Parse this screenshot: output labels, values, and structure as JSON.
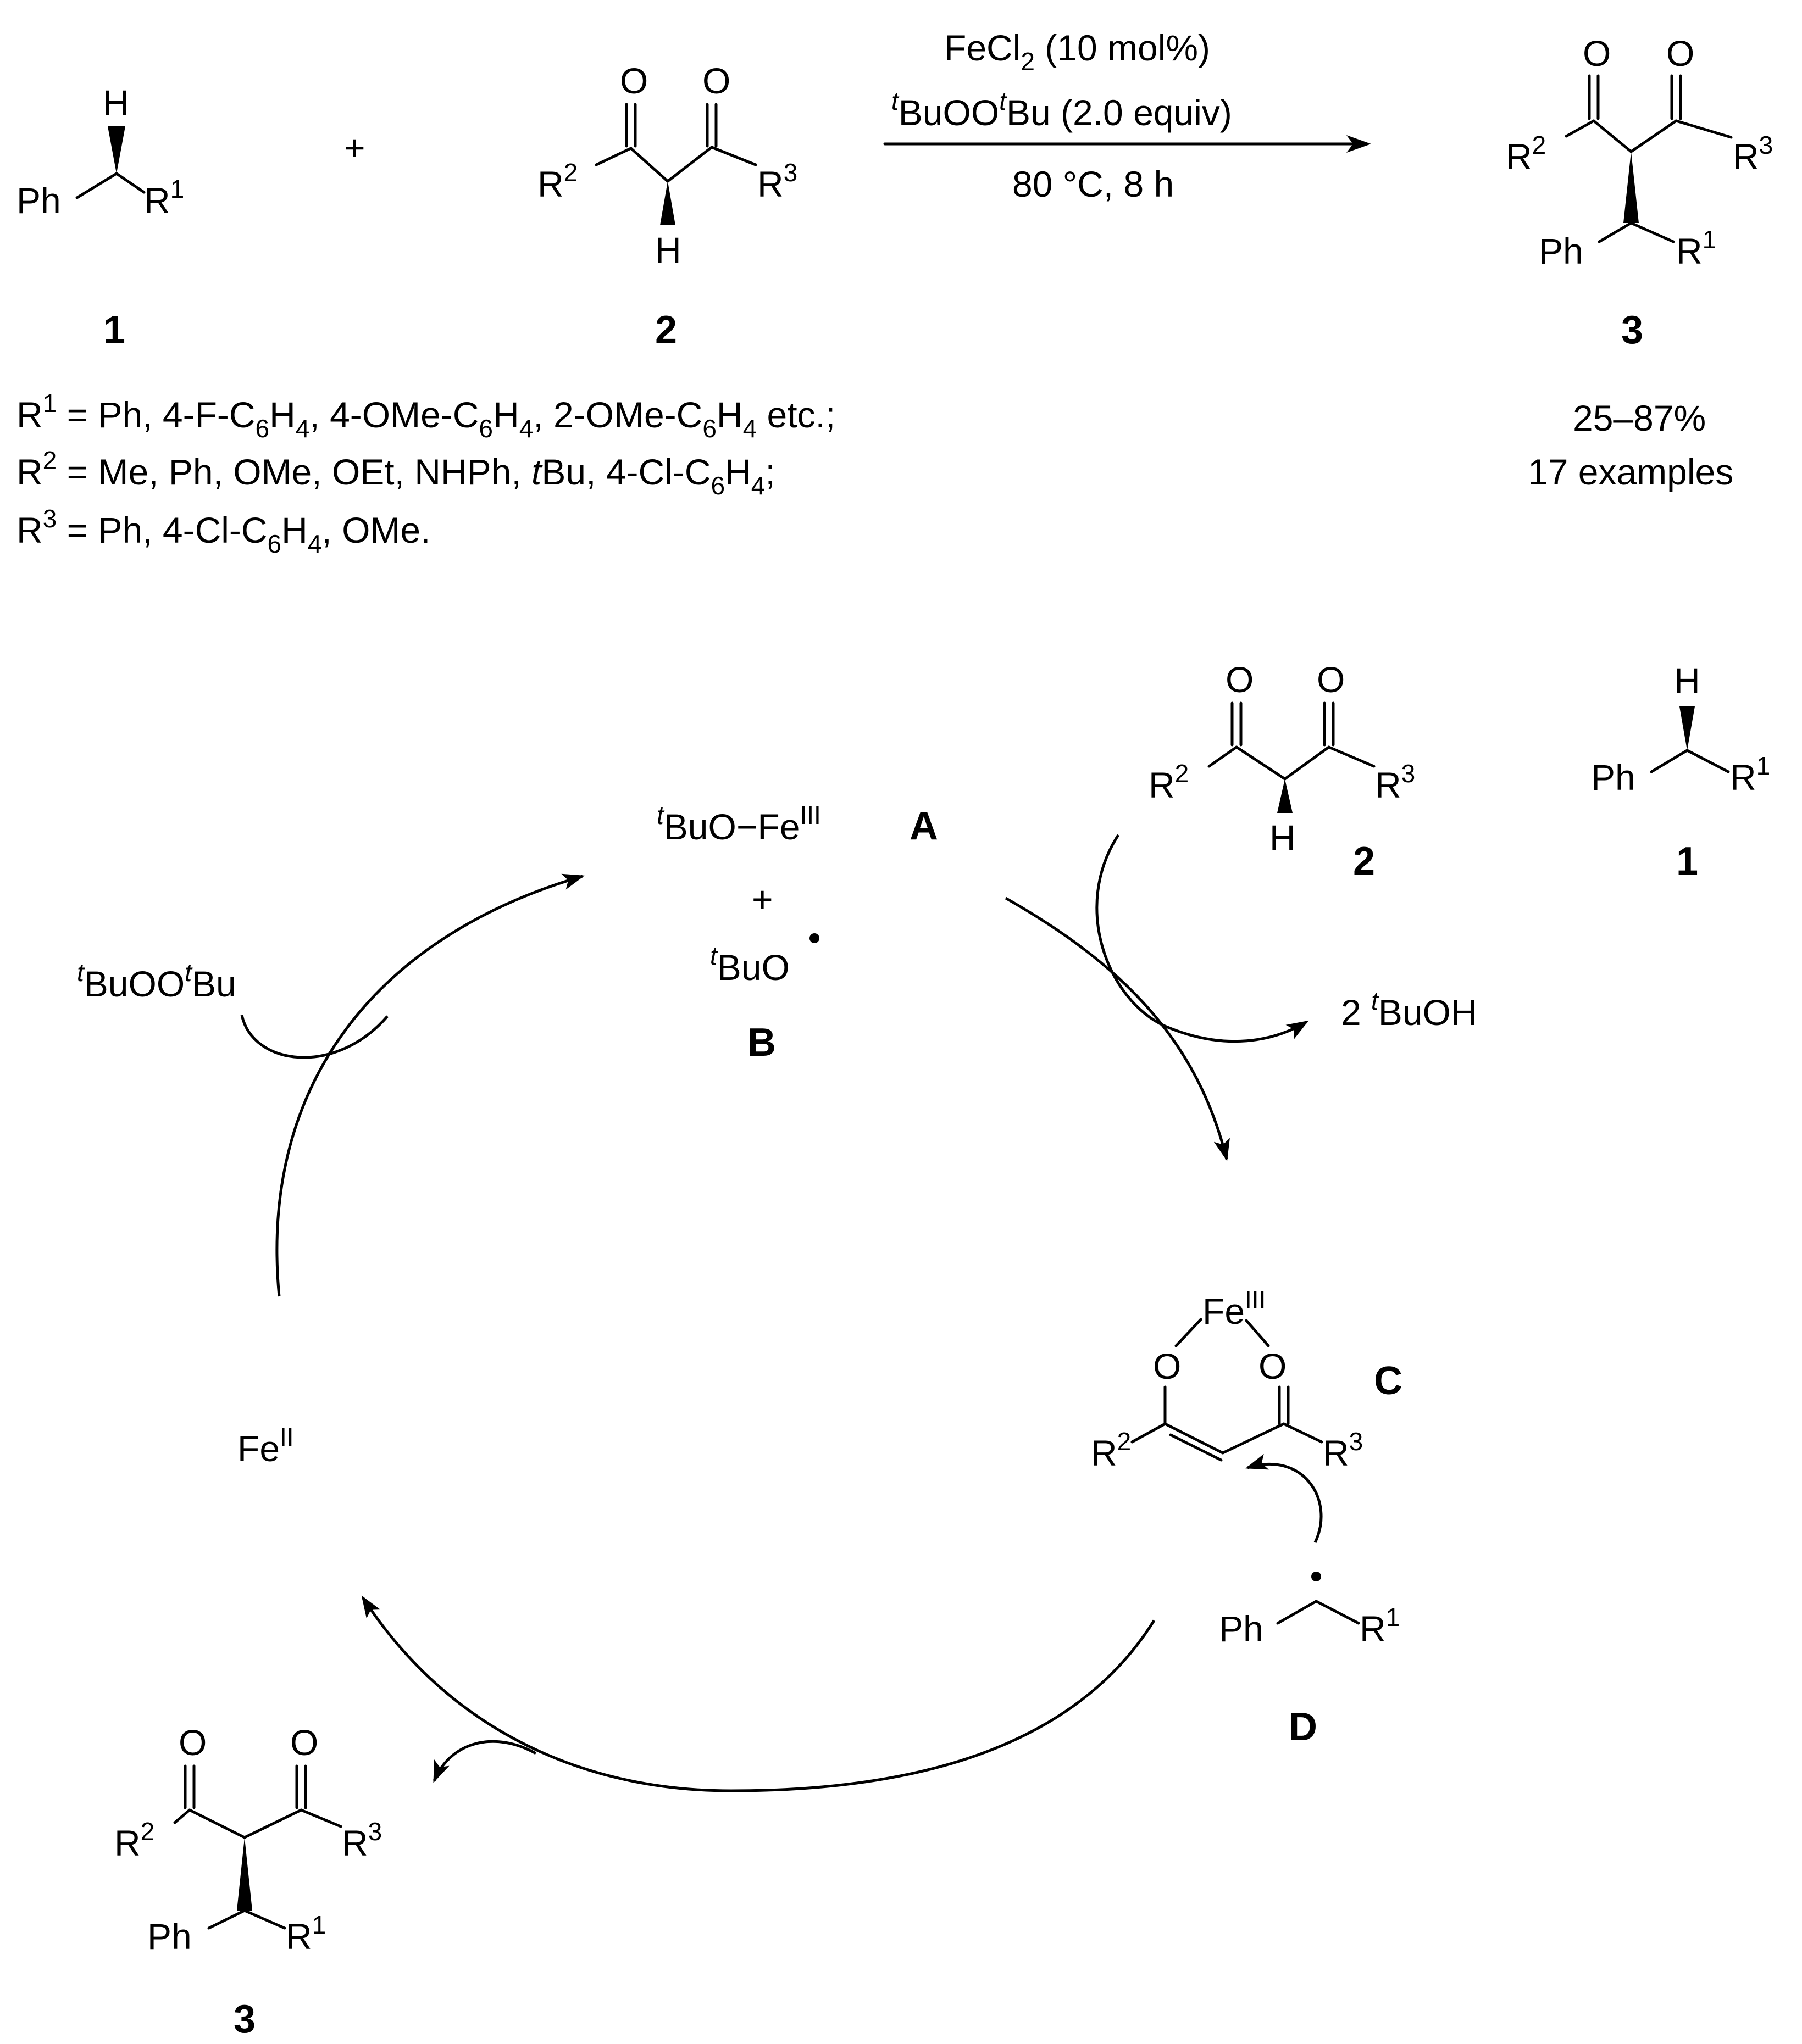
{
  "labels": {
    "H": "H",
    "O": "O",
    "Ph": "Ph",
    "R": "R",
    "one": "1",
    "two": "2",
    "three": "3",
    "plus": "+",
    "Fe": "Fe",
    "III": "III",
    "II": "II",
    "t": "t",
    "tBu": "Bu",
    "tBuO": "BuO",
    "tBuOO": "BuOO",
    "tBuOH": "BuOH",
    "dash_Fe": "−Fe"
  },
  "conditions": {
    "catalyst": "FeCl",
    "catalyst_sub": "2",
    "catalyst_loading": " (10 mol%)",
    "oxidant_tail": "Bu (2.0 equiv)",
    "temp_time": "80 °C, 8 h"
  },
  "result": {
    "yield": "25–87%",
    "examples": "17 examples"
  },
  "substituents": {
    "r1_head": " = Ph, 4-F-C",
    "r1_mid1": "H",
    "r1_mid2": ", 4-OMe-C",
    "r1_mid3": ", 2-OMe-C",
    "r1_tail": " etc.;",
    "r2_head": " = Me, Ph, OMe, OEt, NHPh, ",
    "r2_t": "t",
    "r2_mid": "Bu, 4-Cl-C",
    "r2_tail": ";",
    "r3_head": " = Ph, 4-Cl-C",
    "r3_tail": ", OMe.",
    "six": "6",
    "four": "4"
  },
  "intermediates": {
    "A": "A",
    "B": "B",
    "C": "C",
    "D": "D",
    "two_coef": "2 "
  }
}
